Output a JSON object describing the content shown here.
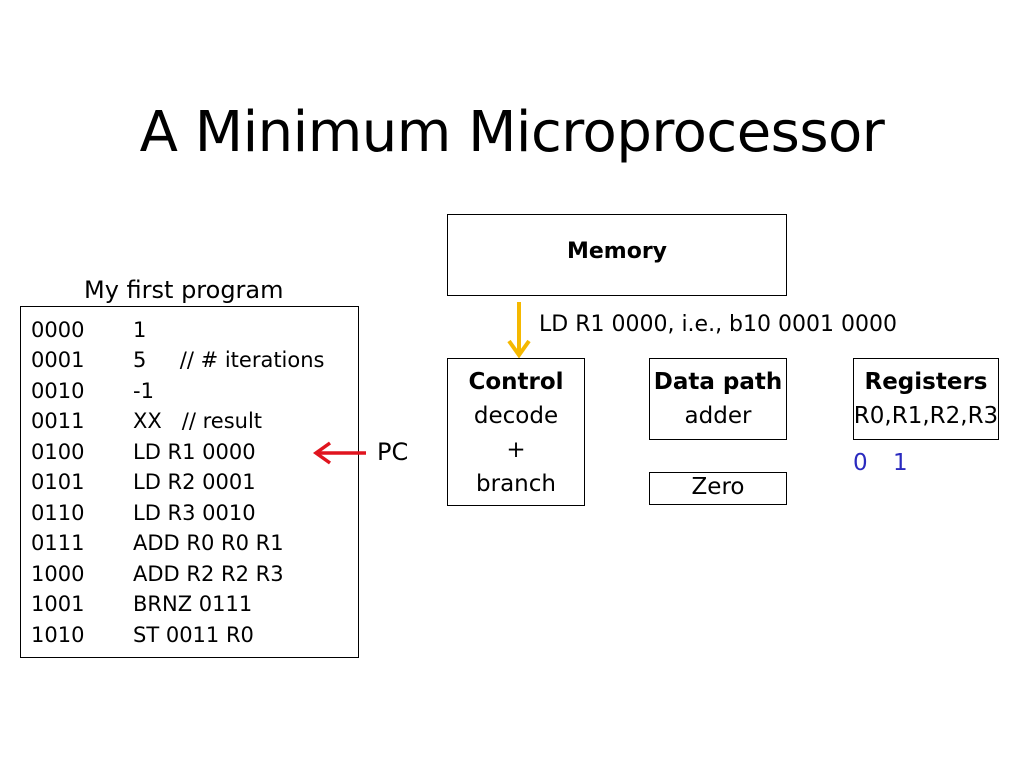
{
  "title": "A Minimum Microprocessor",
  "program": {
    "label": "My first program",
    "rows": [
      {
        "addr": "0000",
        "instr": "1"
      },
      {
        "addr": "0001",
        "instr": "5     // # iterations"
      },
      {
        "addr": "0010",
        "instr": "-1"
      },
      {
        "addr": "0011",
        "instr": "XX   // result"
      },
      {
        "addr": "0100",
        "instr": "LD R1 0000"
      },
      {
        "addr": "0101",
        "instr": "LD R2 0001"
      },
      {
        "addr": "0110",
        "instr": "LD R3 0010"
      },
      {
        "addr": "0111",
        "instr": "ADD R0 R0 R1"
      },
      {
        "addr": "1000",
        "instr": "ADD R2 R2 R3"
      },
      {
        "addr": "1001",
        "instr": "BRNZ 0111"
      },
      {
        "addr": "1010",
        "instr": "ST 0011 R0"
      }
    ]
  },
  "pc_label": "PC",
  "memory": {
    "label": "Memory"
  },
  "bus_label": "LD R1 0000, i.e., b10 0001 0000",
  "control": {
    "title": "Control",
    "line1": "decode",
    "line2": "+",
    "line3": "branch"
  },
  "datapath": {
    "title": "Data path",
    "line1": "adder"
  },
  "zero": {
    "label": "Zero"
  },
  "registers": {
    "title": "Registers",
    "line1": "R0,R1,R2,R3",
    "val0": "0",
    "val1": "1"
  },
  "colors": {
    "pc_arrow": "#e0141e",
    "bus_arrow": "#f5b800",
    "register_values": "#2a2abf"
  }
}
